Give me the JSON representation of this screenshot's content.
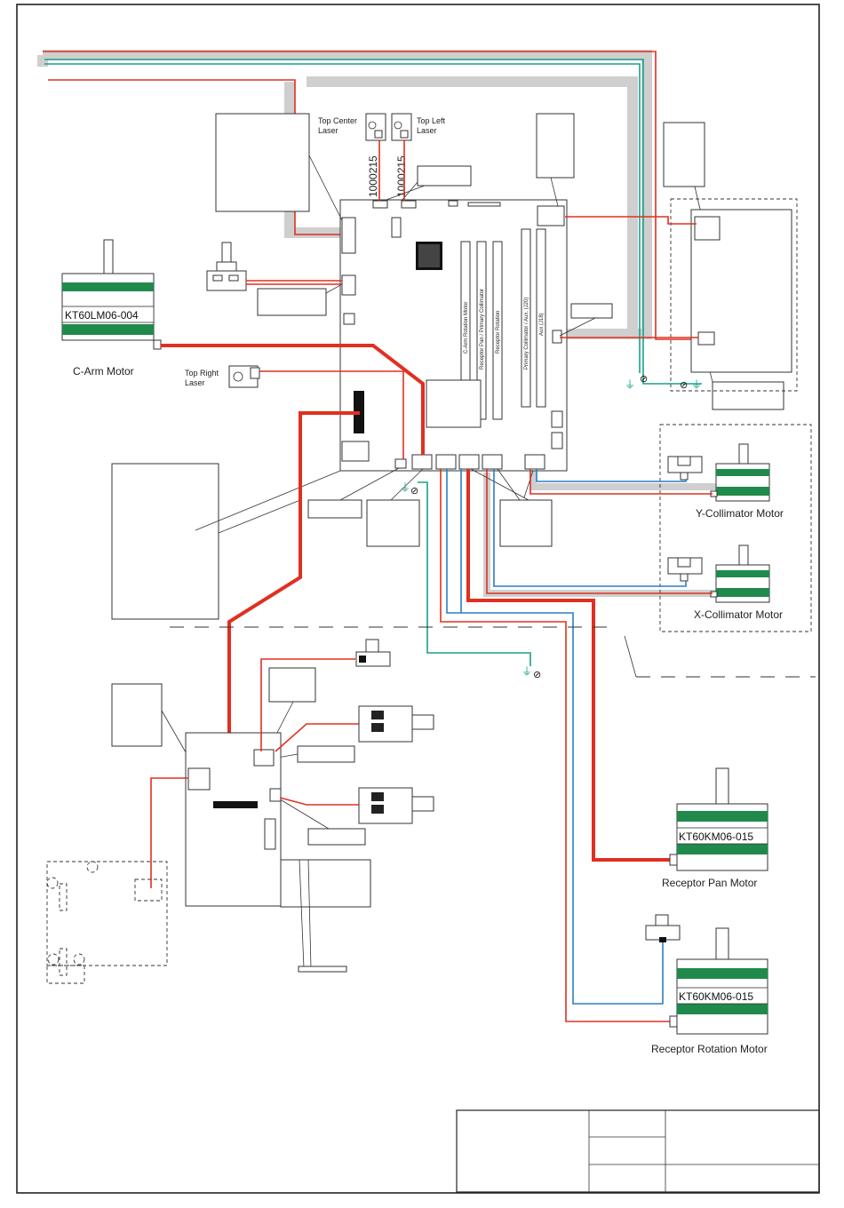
{
  "labels": {
    "top_center_laser": [
      "Top Center",
      "Laser"
    ],
    "top_left_laser": [
      "Top Left",
      "Laser"
    ],
    "top_right_laser": [
      "Top Right",
      "Laser"
    ],
    "part_number_1": "1000215",
    "part_number_2": "1000215",
    "c_arm_motor": "C-Arm Motor",
    "c_arm_motor_model": "KT60LM06-004",
    "y_collimator_motor": "Y-Collimator Motor",
    "x_collimator_motor": "X-Collimator Motor",
    "receptor_pan_motor": "Receptor Pan Motor",
    "receptor_pan_model": "KT60KM06-015",
    "receptor_rotation_motor": "Receptor Rotation Motor",
    "receptor_rotation_model": "KT60KM06-015",
    "board_conn_1": "C-Arm Rotation Motor",
    "board_conn_2": "Receptor Pan / Primary Collimator",
    "board_conn_3": "Receptor Rotation",
    "board_conn_4": "Primary Collimator / Aux. (J20)",
    "board_conn_5": "Aux (J18)"
  },
  "colors": {
    "power_wire": "#e03020",
    "signal_wire": "#2a7fc0",
    "ground_wire": "#1aa08a",
    "harness": "#cfcfcf",
    "motor_band": "#1f8a4c"
  }
}
